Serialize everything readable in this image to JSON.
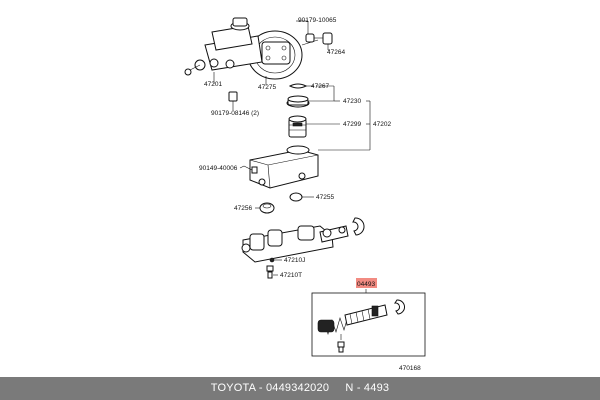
{
  "labels": {
    "l_90179_10065": "90179-10065",
    "l_47264": "47264",
    "l_47201": "47201",
    "l_47275": "47275",
    "l_47267": "47267",
    "l_47230": "47230",
    "l_90179_08146": "90179-08146 (2)",
    "l_47299": "47299",
    "l_47202": "47202",
    "l_90149_40006": "90149-40006",
    "l_47255": "47255",
    "l_47256": "47256",
    "l_47210J": "47210J",
    "l_47210T": "47210T",
    "l_04493": "04493",
    "l_470168": "470168"
  },
  "highlight_color": "#f28b82",
  "footer": {
    "text": "TOYOTA - 0449342020     N - 4493"
  }
}
